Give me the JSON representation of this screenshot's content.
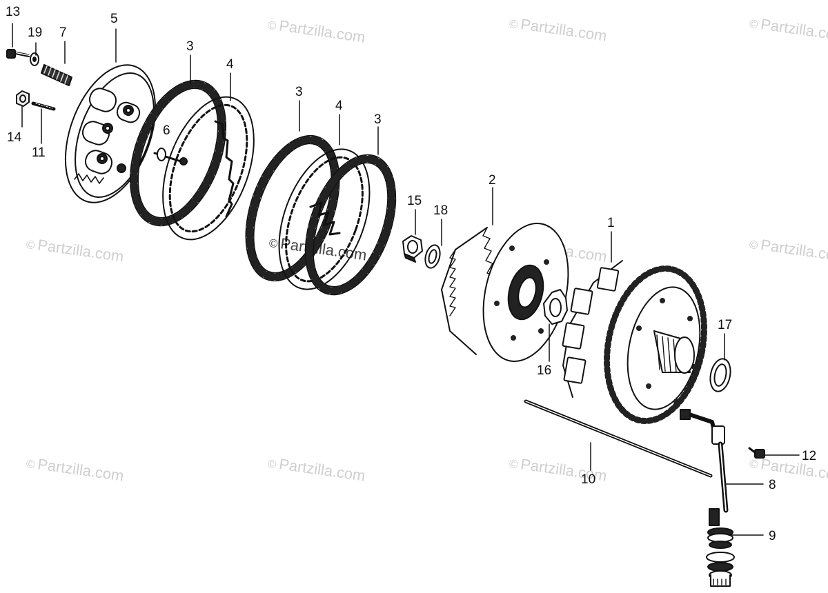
{
  "diagram": {
    "watermark": "Partzilla.com",
    "watermark_symbol": "©",
    "callouts": {
      "c1": "1",
      "c2": "2",
      "c3a": "3",
      "c3b": "3",
      "c3c": "3",
      "c4a": "4",
      "c4b": "4",
      "c5": "5",
      "c6": "6",
      "c7": "7",
      "c8": "8",
      "c9": "9",
      "c10": "10",
      "c11": "11",
      "c12": "12",
      "c13": "13",
      "c14": "14",
      "c15": "15",
      "c16": "16",
      "c17": "17",
      "c18": "18",
      "c19": "19"
    },
    "parts": [
      {
        "id": "1",
        "name": "clutch-outer-housing"
      },
      {
        "id": "2",
        "name": "clutch-center"
      },
      {
        "id": "3",
        "name": "friction-disc"
      },
      {
        "id": "4",
        "name": "clutch-plate"
      },
      {
        "id": "5",
        "name": "pressure-plate"
      },
      {
        "id": "6",
        "name": "lifter-piece"
      },
      {
        "id": "7",
        "name": "clutch-spring"
      },
      {
        "id": "8",
        "name": "lifter-lever"
      },
      {
        "id": "9",
        "name": "lifter-shaft-spring-assembly"
      },
      {
        "id": "10",
        "name": "lifter-rod"
      },
      {
        "id": "11",
        "name": "stud-bolt"
      },
      {
        "id": "12",
        "name": "adjusting-screw"
      },
      {
        "id": "13",
        "name": "clutch-bolt"
      },
      {
        "id": "14",
        "name": "nut"
      },
      {
        "id": "15",
        "name": "lock-nut"
      },
      {
        "id": "16",
        "name": "lock-washer"
      },
      {
        "id": "17",
        "name": "thrust-washer"
      },
      {
        "id": "18",
        "name": "washer"
      },
      {
        "id": "19",
        "name": "washer-small"
      }
    ]
  }
}
